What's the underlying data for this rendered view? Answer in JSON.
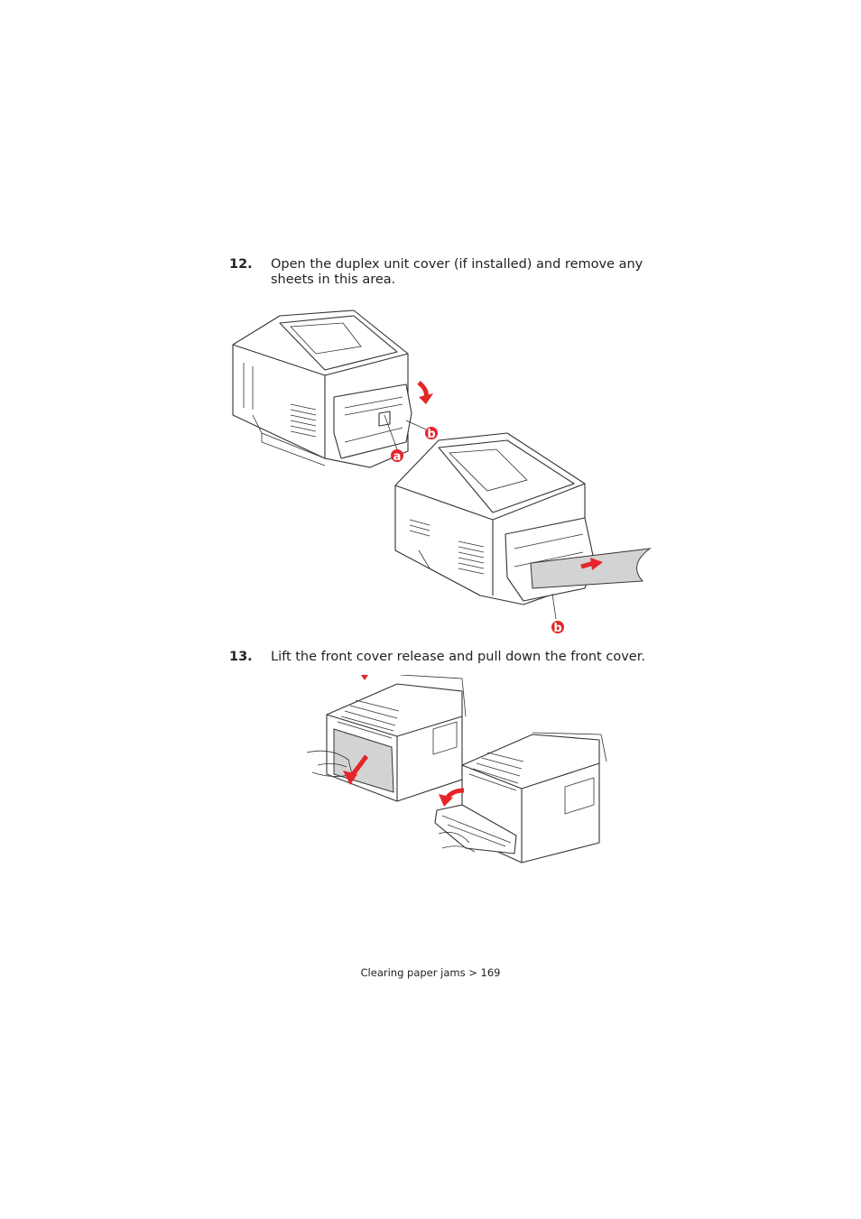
{
  "steps": [
    {
      "number": "12.",
      "text": "Open the duplex unit cover (if installed) and remove any sheets in this area."
    },
    {
      "number": "13.",
      "text": "Lift the front cover release and pull down the front cover."
    }
  ],
  "figure12": {
    "callouts": {
      "a": "a",
      "b_top": "b",
      "b_bottom": "b"
    }
  },
  "footer": {
    "text": "Clearing paper jams > 169"
  },
  "colors": {
    "callout": "#e5252a",
    "line": "#333333",
    "paper": "#d3d3d3"
  }
}
